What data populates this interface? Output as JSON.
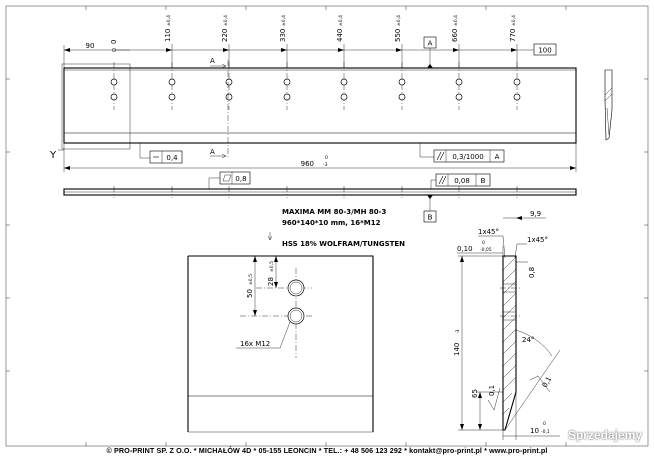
{
  "drawing": {
    "top_dims": [
      {
        "value": "90",
        "tol": ""
      },
      {
        "value": "0",
        "tol": ""
      },
      {
        "value": "110",
        "tol": "±0,4"
      },
      {
        "value": "220",
        "tol": "±0,4"
      },
      {
        "value": "330",
        "tol": "±0,4"
      },
      {
        "value": "440",
        "tol": "±0,4"
      },
      {
        "value": "550",
        "tol": "±0,4"
      },
      {
        "value": "660",
        "tol": "±0,4"
      },
      {
        "value": "770",
        "tol": "±0,4"
      }
    ],
    "pitch_box": "100",
    "datum_a": "A",
    "datum_b": "B",
    "section_mark": "A",
    "datum_y": "Y",
    "flatness_front": "0,4",
    "length_nominal": "960",
    "length_upper": "0",
    "length_lower": "-3",
    "parallelism_value": "0,3/1000",
    "parallelism_ref": "A",
    "flatness_side": "0,8",
    "parallelism_side": "0,08",
    "parallelism_side_ref": "B",
    "title_line1": "MAXIMA MM 80-3/MH 80-3",
    "title_line2": "960*140*10 mm, 16*M12",
    "material": "HSS 18% WOLFRAM/TUNGSTEN",
    "detail": {
      "dim_50": "50",
      "dim_50_tol": "±0,5",
      "dim_28": "28",
      "dim_28_tol": "±0,5",
      "thread": "16x M12"
    },
    "section": {
      "dim_99": "9,9",
      "chamfer1": "1x45°",
      "chamfer2": "1x45°",
      "dim_010": "0,10",
      "dim_010_tol_up": "0",
      "dim_010_tol_low": "-0,05",
      "dim_08": "0,8",
      "height": "140",
      "height_tol": "-3",
      "angle": "24°",
      "dim_65": "65",
      "rough1": "0,1",
      "rough2": "0,1",
      "thickness": "10",
      "thickness_tol_up": "0",
      "thickness_tol_low": "-0,1"
    }
  },
  "footer": "© PRO-PRINT SP. Z O.O. * MICHAŁÓW 4D * 05-155 LEONCIN * TEL.: + 48 506 123 292 * kontakt@pro-print.pl * www.pro-print.pl",
  "watermark": "Sprzedajemy"
}
